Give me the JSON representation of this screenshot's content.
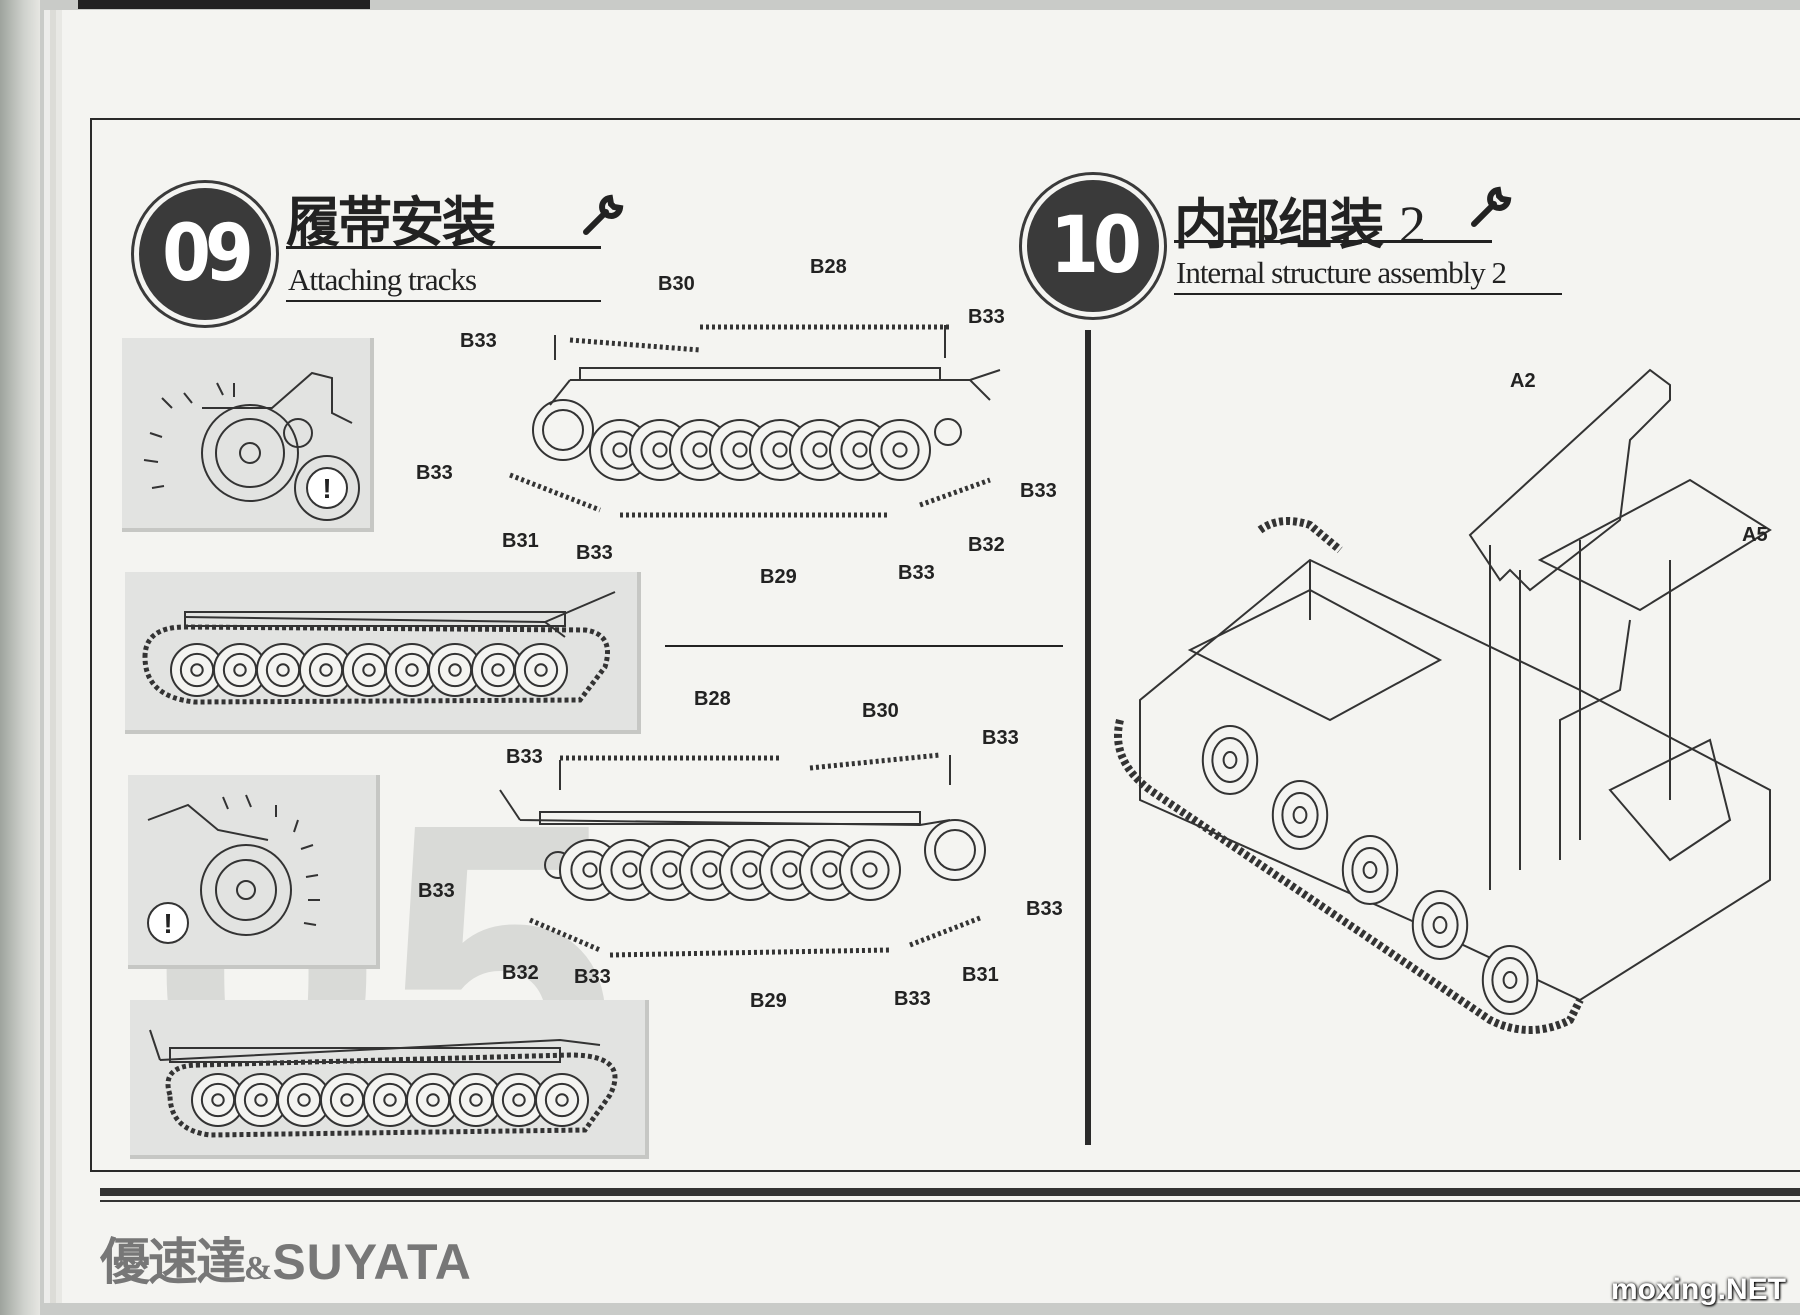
{
  "step9": {
    "number": "09",
    "title_cn": "履帯安装",
    "title_en": "Attaching tracks",
    "labels_upper": {
      "b30": "B30",
      "b28": "B28",
      "b33_tl": "B33",
      "b33_tr": "B33",
      "b33_ml": "B33",
      "b33_mr": "B33",
      "b31": "B31",
      "b33_bl": "B33",
      "b29": "B29",
      "b33_br": "B33",
      "b32": "B32"
    },
    "labels_lower": {
      "b28": "B28",
      "b30": "B30",
      "b33_tl": "B33",
      "b33_tr": "B33",
      "b33_ml": "B33",
      "b33_mr": "B33",
      "b32": "B32",
      "b33_bl": "B33",
      "b29": "B29",
      "b33_br": "B33",
      "b31": "B31"
    },
    "caution_mark": "!"
  },
  "step10": {
    "number": "10",
    "title_cn": "内部组装",
    "title_num": "2",
    "title_en": "Internal structure assembly 2",
    "labels": {
      "a2": "A2",
      "a5": "A5"
    }
  },
  "footer": {
    "brand_cn": "優速達",
    "brand_amp": "&",
    "brand_en": "SUYATA",
    "watermark": "moxing.NET"
  },
  "colors": {
    "ink": "#222222",
    "badge": "#3a3a3a",
    "paper": "#f4f4f1",
    "panel": "#e2e3e1"
  },
  "icons": [
    "wrench-icon",
    "caution-icon"
  ]
}
